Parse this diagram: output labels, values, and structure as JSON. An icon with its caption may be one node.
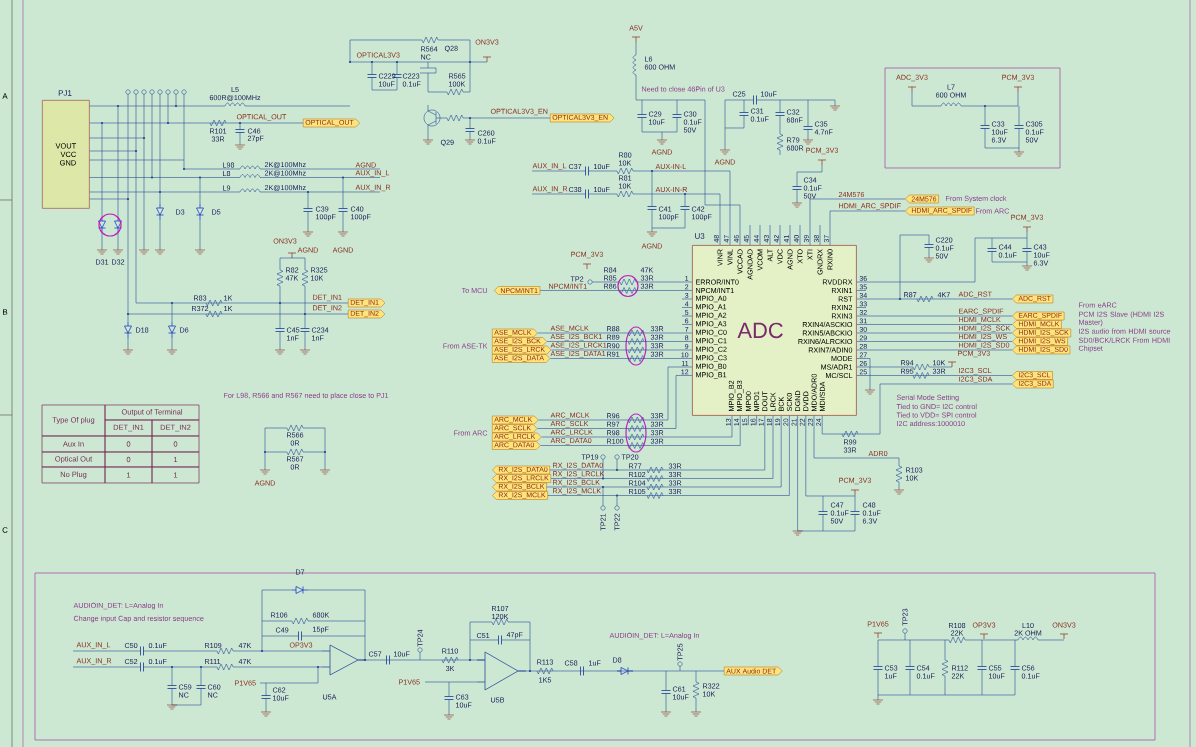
{
  "diagram": {
    "nodes": [
      {
        "text": [
          "VOUT",
          "VCC",
          "GND"
        ],
        "beside": [
          "PJ1"
        ]
      },
      {
        "text": [
          "ADC"
        ],
        "beside": [
          "U3",
          "1",
          "2",
          "3",
          "4",
          "5",
          "6",
          "7",
          "8",
          "9",
          "10",
          "11",
          "12",
          "36",
          "35",
          "34",
          "33",
          "32",
          "31",
          "30",
          "29",
          "28",
          "27",
          "26",
          "25",
          "48",
          "47",
          "46",
          "45",
          "44",
          "43",
          "42",
          "41",
          "40",
          "39",
          "38",
          "37",
          "13",
          "14",
          "15",
          "16",
          "17",
          "18",
          "19",
          "20",
          "21",
          "22",
          "23",
          "24"
        ]
      },
      {
        "text": [
          "OPTICAL_OUT"
        ]
      },
      {
        "text": [
          "OPTICAL3V3_EN"
        ]
      },
      {
        "text": [
          "DET_IN1"
        ]
      },
      {
        "text": [
          "DET_IN2"
        ]
      },
      {
        "text": [
          "NPCM/INT1"
        ]
      },
      {
        "text": [
          "ASE_MCLK"
        ]
      },
      {
        "text": [
          "ASE_I2S_BCK"
        ]
      },
      {
        "text": [
          "ASE_I2S_LRCK"
        ]
      },
      {
        "text": [
          "ASE_I2S_DATA"
        ]
      },
      {
        "text": [
          "ARC_MCLK"
        ]
      },
      {
        "text": [
          "ARC_SCLK"
        ]
      },
      {
        "text": [
          "ARC_LRCLK"
        ]
      },
      {
        "text": [
          "ARC_DATA0"
        ]
      },
      {
        "text": [
          "RX_I2S_DATA0"
        ]
      },
      {
        "text": [
          "RX_I2S_LRCLK"
        ]
      },
      {
        "text": [
          "RX_I2S_BCLK"
        ]
      },
      {
        "text": [
          "RX_I2S_MCLK"
        ]
      },
      {
        "text": [
          "24M576"
        ],
        "beside": [
          "From System clock"
        ]
      },
      {
        "text": [
          "HDMI_ARC_SPDIF"
        ],
        "beside": [
          "From ARC"
        ]
      },
      {
        "text": [
          "ADC_RST"
        ]
      },
      {
        "text": [
          "EARC_SPDIF"
        ]
      },
      {
        "text": [
          "HDMI_MCLK"
        ]
      },
      {
        "text": [
          "HDMI_I2S_SCK"
        ]
      },
      {
        "text": [
          "HDMI_I2S_WS"
        ]
      },
      {
        "text": [
          "HDMI_I2S_SD0"
        ]
      },
      {
        "text": [
          "I2C3_SCL"
        ]
      },
      {
        "text": [
          "I2C3_SDA"
        ]
      },
      {
        "text": [
          "AUX Audio DET"
        ]
      },
      {
        "text": [],
        "shape": "triangle",
        "beside": [
          "U5A"
        ]
      },
      {
        "text": [],
        "shape": "triangle",
        "beside": [
          "U5B"
        ]
      }
    ],
    "edges": [
      {
        "from": 0,
        "to": 2,
        "arrow": "none"
      },
      {
        "from": 0,
        "to": 4,
        "arrow": "none"
      },
      {
        "from": 0,
        "to": 5,
        "arrow": "none"
      },
      {
        "from": null,
        "to": 3,
        "arrow": "none"
      },
      {
        "from": 6,
        "to": 1,
        "arrow": "none"
      },
      {
        "from": 7,
        "to": 1,
        "arrow": "none"
      },
      {
        "from": 8,
        "to": 1,
        "arrow": "none"
      },
      {
        "from": 9,
        "to": 1,
        "arrow": "none"
      },
      {
        "from": 10,
        "to": 1,
        "arrow": "none"
      },
      {
        "from": 11,
        "to": 1,
        "arrow": "none"
      },
      {
        "from": 12,
        "to": 1,
        "arrow": "none"
      },
      {
        "from": 13,
        "to": 1,
        "arrow": "none"
      },
      {
        "from": 14,
        "to": 1,
        "arrow": "none"
      },
      {
        "from": 15,
        "to": 1,
        "arrow": "none"
      },
      {
        "from": 16,
        "to": 1,
        "arrow": "none"
      },
      {
        "from": 17,
        "to": 1,
        "arrow": "none"
      },
      {
        "from": 18,
        "to": 1,
        "arrow": "none"
      },
      {
        "from": 19,
        "to": 1,
        "arrow": "none"
      },
      {
        "from": 20,
        "to": 1,
        "arrow": "none"
      },
      {
        "from": 21,
        "to": 1,
        "arrow": "none"
      },
      {
        "from": 22,
        "to": 1,
        "arrow": "none"
      },
      {
        "from": 23,
        "to": 1,
        "arrow": "none"
      },
      {
        "from": 24,
        "to": 1,
        "arrow": "none"
      },
      {
        "from": 25,
        "to": 1,
        "arrow": "none"
      },
      {
        "from": 26,
        "to": 1,
        "arrow": "none"
      },
      {
        "from": 27,
        "to": 1,
        "arrow": "none"
      },
      {
        "from": 28,
        "to": 1,
        "arrow": "none"
      },
      {
        "from": 31,
        "to": 29,
        "arrow": "none"
      },
      {
        "from": 30,
        "to": 31,
        "arrow": "none"
      }
    ],
    "labels": [
      "ERROR/INT0",
      "NPCM/INT1",
      "MPIO_A0",
      "MPIO_A1",
      "MPIO_A2",
      "MPIO_A3",
      "MPIO_C0",
      "MPIO_C1",
      "MPIO_C2",
      "MPIO_C3",
      "MPIO_B0",
      "MPIO_B1",
      "RVDDRX",
      "RXIN1",
      "RST",
      "RXIN2",
      "RXIN3",
      "RXIN4/ASCKIO",
      "RXIN5/ABCKIO",
      "RXIN6/ALRCKIO",
      "RXIN7/ADIN0",
      "MODE",
      "MS/ADR1",
      "MC/SCL",
      "VINR",
      "VINL",
      "VCCAD",
      "AGNDAD",
      "VCOM",
      "ALT",
      "VDC",
      "AGND",
      "XTO",
      "XTI",
      "GNDRX",
      "RXIN0",
      "MPIO_B2",
      "MPIO_B3",
      "MPO0",
      "MPO1",
      "DOUT",
      "LRCK",
      "BCK",
      "SCK0",
      "DGND",
      "DVDD",
      "MDO/ADR0",
      "MDI/SDA",
      "A",
      "B",
      "C",
      "L5",
      "600R@100MHz",
      "R101",
      "33R",
      "OPTICAL_OUT",
      "C46",
      "27pF",
      "L98",
      "2K@100Mhz",
      "AGND",
      "L8",
      "2K@100Mhz",
      "AUX_IN_L",
      "L9",
      "2K@100Mhz",
      "AUX_IN_R",
      "C39",
      "100pF",
      "C40",
      "100pF",
      "AGND",
      "AGND",
      "D31",
      "D32",
      "D3",
      "D5",
      "ON3V3",
      "R82",
      "47K",
      "R325",
      "10K",
      "R83",
      "1K",
      "R372",
      "1K",
      "DET_IN1",
      "DET_IN2",
      "C45",
      "1nF",
      "C234",
      "1nF",
      "D18",
      "D6",
      "For L98, R566 and R567 need to place close to PJ1",
      "R566",
      "0R",
      "R567",
      "0R",
      "AGND",
      "Type Of plug",
      "Output of Terminal",
      "DET_IN1",
      "DET_IN2",
      "Aux In",
      "0",
      "0",
      "Optical Out",
      "0",
      "1",
      "No Plug",
      "1",
      "1",
      "R564",
      "NC",
      "Q28",
      "ON3V3",
      "OPTICAL3V3",
      "C229",
      "10uF",
      "C223",
      "0.1uF",
      "R565",
      "100K",
      "Q29",
      "OPTICAL3V3_EN",
      "C260",
      "0.1uF",
      "A5V",
      "L6",
      "600 OHM",
      "Need to close 46Pin of U3",
      "C29",
      "10uF",
      "C30",
      "0.1uF",
      "50V",
      "AGND",
      "C25",
      "10uF",
      "C31",
      "0.1uF",
      "C32",
      "68nF",
      "C35",
      "4.7nF",
      "R79",
      "680R",
      "AGND",
      "PCM_3V3",
      "C34",
      "0.1uF",
      "50V",
      "AUX_IN_L",
      "C37",
      "10uF",
      "R80",
      "10K",
      "AUX-IN-L",
      "AUX_IN_R",
      "C38",
      "10uF",
      "R81",
      "10K",
      "AUX-IN-R",
      "C41",
      "100pF",
      "C42",
      "100pF",
      "AGND",
      "PCM_3V3",
      "R84",
      "47K",
      "TP2",
      "R85",
      "33R",
      "R86",
      "33R",
      "To MCU",
      "NPCM/INT1",
      "From ASE-TK",
      "ASE_MCLK",
      "R88",
      "33R",
      "ASE_I2S_BCK1",
      "R89",
      "33R",
      "ASE_I2S_LRCK1",
      "R90",
      "33R",
      "ASE_I2S_DATA1",
      "R91",
      "33R",
      "From ARC",
      "ARC_MCLK",
      "R96",
      "33R",
      "ARC_SCLK",
      "R97",
      "33R",
      "ARC_LRCLK",
      "R98",
      "33R",
      "ARC_DATA0",
      "R100",
      "33R",
      "TP19",
      "TP20",
      "RX_I2S_DATA0",
      "R77",
      "33R",
      "RX_I2S_LRCLK",
      "R102",
      "33R",
      "RX_I2S_BCLK",
      "R104",
      "33R",
      "RX_I2S_MCLK",
      "R105",
      "33R",
      "TP21",
      "TP22",
      "24M576",
      "HDMI_ARC_SPDIF",
      "C220",
      "0.1uF",
      "50V",
      "PCM_3V3",
      "C44",
      "0.1uF",
      "C43",
      "10uF",
      "6.3V",
      "R87",
      "4K7",
      "ADC_RST",
      "EARC_SPDIF",
      "HDMI_MCLK",
      "HDMI_I2S_SCK",
      "HDMI_I2S_WS",
      "HDMI_I2S_SD0",
      "From eARC",
      "PCM I2S Slave (HDMI I2S Master)",
      "I2S audio from HDMI source",
      "SD0/BCK/LRCK From HDMI Chipset",
      "PCM_3V3",
      "R94",
      "10K",
      "R95",
      "33R",
      "I2C3_SCL",
      "I2C3_SDA",
      "Serial Mode Setting",
      "Tied to GND= I2C control",
      "Tied to VDD= SPI control",
      "I2C address:1000010",
      "R99",
      "33R",
      "ADR0",
      "R103",
      "10K",
      "PCM_3V3",
      "C47",
      "0.1uF",
      "50V",
      "C48",
      "0.1uF",
      "6.3V",
      "ADC_3V3",
      "L7",
      "600 OHM",
      "PCM_3V3",
      "C33",
      "10uF",
      "6.3V",
      "C305",
      "0.1uF",
      "50V",
      "AUDIOIN_DET: L=Analog In",
      "Change input Cap and resistor sequence",
      "D7",
      "R106",
      "680K",
      "C49",
      "15pF",
      "AUX_IN_L",
      "C50",
      "0.1uF",
      "R109",
      "47K",
      "OP3V3",
      "AUX_IN_R",
      "C52",
      "0.1uF",
      "R111",
      "47K",
      "C59",
      "NC",
      "C60",
      "NC",
      "P1V65",
      "C62",
      "10uF",
      "C57",
      "10uF",
      "TP24",
      "R107",
      "120K",
      "C51",
      "47pF",
      "R110",
      "3K",
      "P1V65",
      "C63",
      "10uF",
      "R113",
      "1K5",
      "C58",
      "1uF",
      "AUDIOIN_DET: L=Analog In",
      "D8",
      "TP25",
      "C61",
      "10uF",
      "R322",
      "10K",
      "P1V65",
      "TP23",
      "R108",
      "22K",
      "OP3V3",
      "L10",
      "2K OHM",
      "ON3V3",
      "C53",
      "1uF",
      "C54",
      "0.1uF",
      "R112",
      "22K",
      "C55",
      "10uF",
      "C56",
      "0.1uF"
    ]
  }
}
